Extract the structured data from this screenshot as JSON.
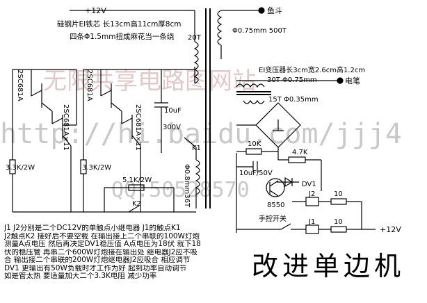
{
  "supply": {
    "top": "+12V",
    "bottom": "+12V"
  },
  "outputs": {
    "fish_bucket": "鱼斗",
    "pen": "电笔"
  },
  "transformer_main": {
    "core_spec": "硅钢片EI铁芯 长13cm高11cm厚8cm",
    "primary_wire": "四条Φ1.5mm扭成麻花当一条绕",
    "primary_turns": "20T",
    "secondary": "Φ0.75mm 500T",
    "feedback": "Φ0.8mm36T"
  },
  "transformer_small": {
    "core_spec": "EI变压器长3cm宽2.6cm高1.2cm",
    "secondary": "30T Φ0.75mm",
    "primary": "15T Φ0.35mm"
  },
  "components": {
    "q1": "2SC681A",
    "q2": "2SC681A×11",
    "q3": "2SC681A",
    "q4": "2SC681A×11",
    "r_left": "3.3K/2W",
    "r_mid": "3.3K/2W",
    "cap_main": [
      "10uF",
      "300V"
    ],
    "k1": "K1",
    "r_k2": "5.1K/2W",
    "k2": "K2",
    "r_10k": "10K",
    "r_4k7": "4.7K",
    "cap_small": "10uF/50V",
    "dv1": "DV1",
    "transistor": "8550",
    "j2": "J2",
    "j1": "J1",
    "r_j2": "10",
    "r_j1": "10",
    "manual_switch": "手控开关"
  },
  "notes": [
    "J1 J2分别是二个DC12V的单触点小继电器 J1的触点K1",
    "J2触点K2 接好后不要空载 在输出接上二个串联的100W灯炮",
    "测量A点电压 然后再决定DV1稳压值 A点电压为18伏 就下18",
    "伏的稳压管 再串二个600W灯炮接在输出处 继电器J2应不吸",
    "合 输出接二个串联的200W灯炮继电器J2应吸合 相应调节",
    "DV1 更输出有50W负载时才工作为好 起到功率自动调节",
    "如是管太热 要适量加大二个3.3K电阻 减少功率"
  ],
  "title": "改进单边机",
  "watermarks": {
    "line1": "无限共享电路图网站",
    "line2": "http://hi.baidu.com/jjj4",
    "line3": "QQ:50528570"
  }
}
